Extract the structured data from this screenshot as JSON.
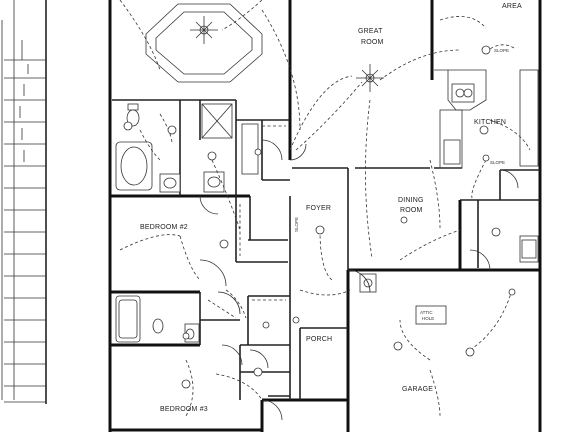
{
  "rooms": {
    "area": "AREA",
    "great_room": [
      "GREAT",
      "ROOM"
    ],
    "kitchen": "KITCHEN",
    "bedroom2": "BEDROOM #2",
    "foyer": "FOYER",
    "dining_room": [
      "DINING",
      "ROOM"
    ],
    "porch": "PORCH",
    "garage": "GARAGE",
    "bedroom3": "BEDROOM #3"
  },
  "notes": {
    "slope_1": "SLOPE",
    "slope_2": "SLOPE",
    "slope_3": "SLOPE",
    "attic_hole": [
      "ATTIC",
      "HOLE"
    ]
  },
  "colors": {
    "ink": "#111111",
    "paper": "#ffffff"
  },
  "icons": [
    "ceiling-fan-icon",
    "light-fixture-icon",
    "switch-icon",
    "outlet-icon"
  ]
}
